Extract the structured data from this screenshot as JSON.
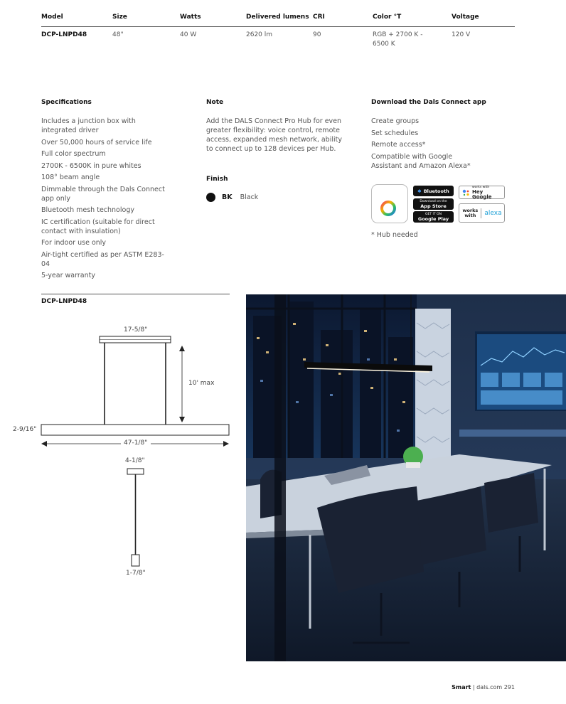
{
  "table": {
    "headers": [
      "Model",
      "Size",
      "Watts",
      "Delivered lumens",
      "CRI",
      "Color °T",
      "Voltage"
    ],
    "row": [
      "DCP-LNPD48",
      "48\"",
      "40 W",
      "2620 lm",
      "90",
      "RGB + 2700 K - 6500 K",
      "120 V"
    ]
  },
  "specifications": {
    "heading": "Specifications",
    "items": [
      "Includes a junction box with integrated driver",
      "Over 50,000 hours of service life",
      "Full color spectrum",
      "2700K - 6500K in pure whites",
      "108° beam angle",
      "Dimmable through the Dals Connect app only",
      "Bluetooth mesh technology",
      "IC certification (suitable for direct contact with insulation)",
      "For indoor use only",
      "Air-tight certified as per ASTM E283-04",
      "5-year warranty"
    ]
  },
  "note": {
    "heading": "Note",
    "text": "Add the DALS Connect Pro Hub for even greater flexibility: voice control, remote access, expanded mesh network, ability to connect up to 128 devices per Hub."
  },
  "finish": {
    "heading": "Finish",
    "code": "BK",
    "name": "Black",
    "swatch_color": "#111111"
  },
  "app": {
    "heading": "Download the Dals Connect app",
    "items": [
      "Create groups",
      "Set schedules",
      "Remote access*",
      "Compatible with Google Assistant and Amazon Alexa*"
    ],
    "footnote": "* Hub needed",
    "badges": {
      "bluetooth": "Bluetooth",
      "appstore_small": "Download on the",
      "appstore": "App Store",
      "googleplay_small": "GET IT ON",
      "googleplay": "Google Play",
      "heygoogle_small": "works with",
      "heygoogle": "Hey Google",
      "alexa_works": "works with",
      "alexa": "alexa"
    }
  },
  "diagram": {
    "title": "DCP-LNPD48",
    "dims": {
      "canopy_width": "17-5/8\"",
      "drop": "10' max",
      "profile_height": "2-9/16\"",
      "length": "47-1/8\"",
      "side_canopy": "4-1/8\"",
      "side_bottom": "1-7/8\""
    }
  },
  "footer": {
    "section": "Smart",
    "separator": "|",
    "site": "dals.com",
    "page": "291"
  }
}
